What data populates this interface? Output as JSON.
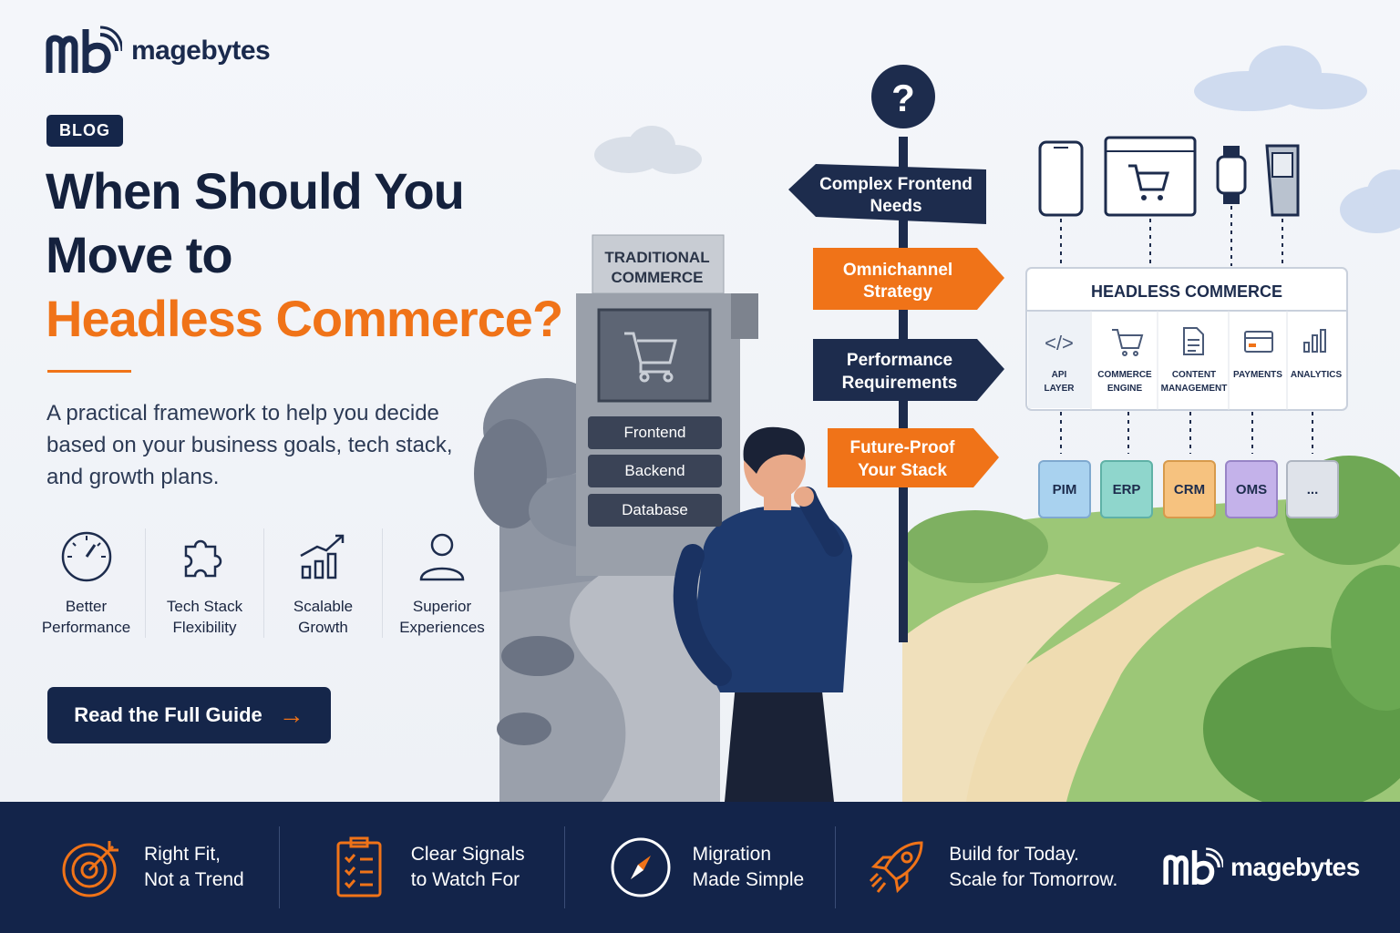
{
  "brand": {
    "name": "magebytes"
  },
  "badge": "BLOG",
  "title": {
    "line1": "When Should You",
    "line2": "Move to",
    "accent": "Headless Commerce?"
  },
  "subtitle": "A practical framework to help you decide based on your business goals, tech stack, and growth plans.",
  "benefits": [
    {
      "icon": "speedometer-icon",
      "line1": "Better",
      "line2": "Performance"
    },
    {
      "icon": "puzzle-icon",
      "line1": "Tech Stack",
      "line2": "Flexibility"
    },
    {
      "icon": "growth-chart-icon",
      "line1": "Scalable",
      "line2": "Growth"
    },
    {
      "icon": "user-icon",
      "line1": "Superior",
      "line2": "Experiences"
    }
  ],
  "cta": {
    "label": "Read the Full Guide"
  },
  "signpost": {
    "question": "?",
    "signs": [
      {
        "line1": "Complex Frontend",
        "line2": "Needs",
        "color": "#1d2c4d"
      },
      {
        "line1": "Omnichannel",
        "line2": "Strategy",
        "color": "#f07318"
      },
      {
        "line1": "Performance",
        "line2": "Requirements",
        "color": "#1d2c4d"
      },
      {
        "line1": "Future-Proof",
        "line2": "Your Stack",
        "color": "#f07318"
      }
    ]
  },
  "traditional": {
    "line1": "TRADITIONAL",
    "line2": "COMMERCE",
    "layers": [
      "Frontend",
      "Backend",
      "Database"
    ]
  },
  "headless": {
    "title": "HEADLESS COMMERCE",
    "modules": [
      {
        "icon": "code-icon",
        "line1": "API",
        "line2": "LAYER"
      },
      {
        "icon": "cart-icon",
        "line1": "COMMERCE",
        "line2": "ENGINE"
      },
      {
        "icon": "document-icon",
        "line1": "CONTENT",
        "line2": "MANAGEMENT"
      },
      {
        "icon": "card-icon",
        "line1": "PAYMENTS",
        "line2": ""
      },
      {
        "icon": "analytics-icon",
        "line1": "ANALYTICS",
        "line2": ""
      }
    ],
    "integrations": [
      {
        "label": "PIM",
        "color": "#a9d2ef"
      },
      {
        "label": "ERP",
        "color": "#8fd6cc"
      },
      {
        "label": "CRM",
        "color": "#f6c27f"
      },
      {
        "label": "OMS",
        "color": "#c4b2ea"
      },
      {
        "label": "...",
        "color": "#dfe3ea"
      }
    ]
  },
  "footer": [
    {
      "icon": "target-icon",
      "line1": "Right Fit,",
      "line2": "Not a Trend"
    },
    {
      "icon": "checklist-icon",
      "line1": "Clear Signals",
      "line2": "to Watch For"
    },
    {
      "icon": "compass-icon",
      "line1": "Migration",
      "line2": "Made Simple"
    },
    {
      "icon": "rocket-icon",
      "line1": "Build for Today.",
      "line2": "Scale for Tomorrow."
    }
  ],
  "colors": {
    "navy": "#13244a",
    "accent": "#f07318"
  }
}
